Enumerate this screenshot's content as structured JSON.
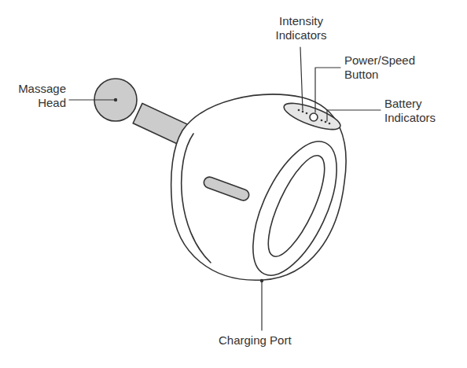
{
  "diagram": {
    "labels": [
      "Intensity Indicators",
      "Power/Speed Button",
      "Battery Indicators",
      "Massage Head",
      "Charging Port"
    ]
  }
}
